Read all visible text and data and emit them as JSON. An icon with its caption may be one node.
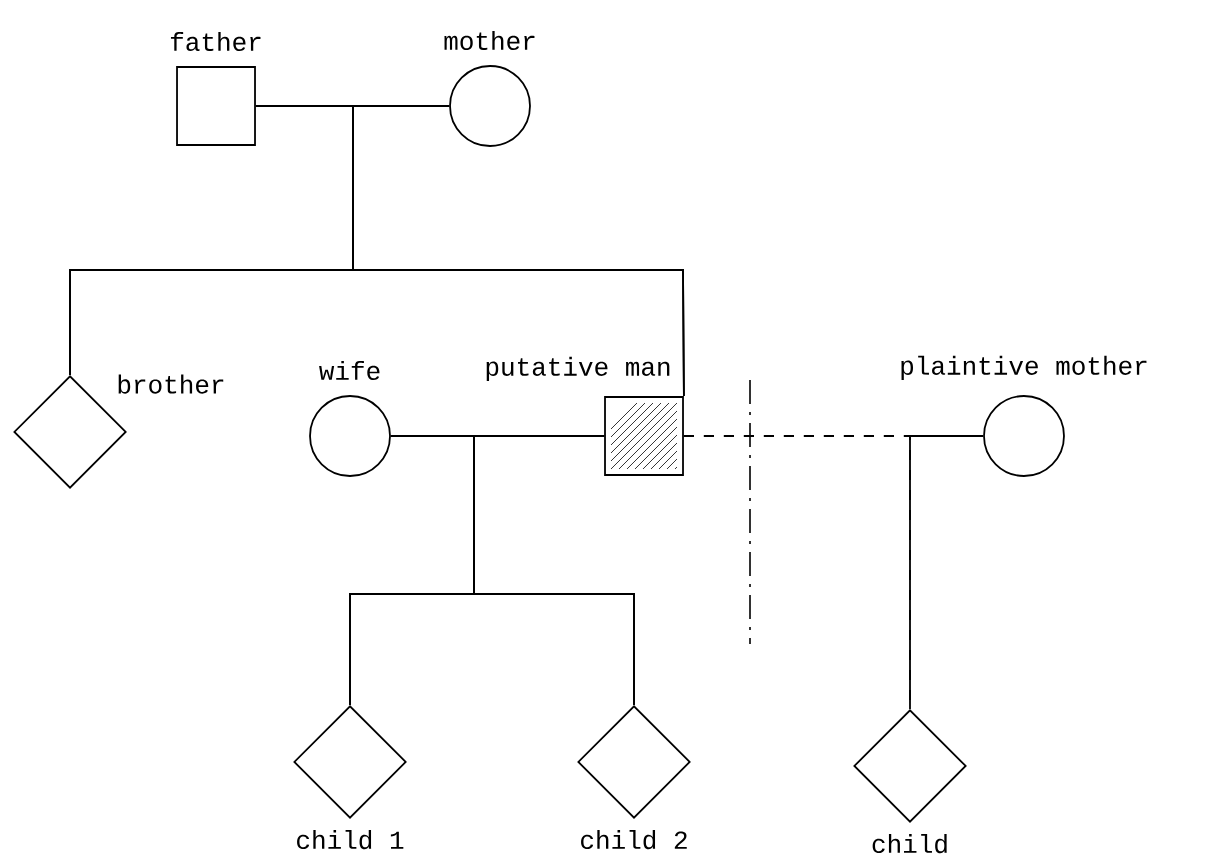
{
  "diagram": {
    "nodes": [
      {
        "text": [
          "father"
        ]
      },
      {
        "text": [
          "mother"
        ]
      },
      {
        "text": [
          "brother"
        ]
      },
      {
        "text": [
          "wife"
        ]
      },
      {
        "text": [
          "putative man"
        ]
      },
      {
        "text": [
          "plaintive mother"
        ]
      },
      {
        "text": [
          "child 1"
        ]
      },
      {
        "text": [
          "child 2"
        ]
      },
      {
        "text": [
          "child"
        ]
      }
    ],
    "edges": [
      {
        "from": 0,
        "to": 1,
        "arrow": "none"
      },
      {
        "from": 0,
        "to": 2,
        "arrow": "none"
      },
      {
        "from": 0,
        "to": 4,
        "arrow": "none"
      },
      {
        "from": 1,
        "to": 2,
        "arrow": "none"
      },
      {
        "from": 1,
        "to": 4,
        "arrow": "none"
      },
      {
        "from": 3,
        "to": 4,
        "arrow": "none"
      },
      {
        "from": 3,
        "to": 6,
        "arrow": "none"
      },
      {
        "from": 3,
        "to": 7,
        "arrow": "none"
      },
      {
        "from": 4,
        "to": 6,
        "arrow": "none"
      },
      {
        "from": 4,
        "to": 7,
        "arrow": "none"
      },
      {
        "from": 4,
        "to": 5,
        "arrow": "none",
        "style": "dashed"
      },
      {
        "from": 4,
        "to": 8,
        "arrow": "none",
        "style": "dashed"
      },
      {
        "from": 5,
        "to": 8,
        "arrow": "none"
      }
    ]
  }
}
